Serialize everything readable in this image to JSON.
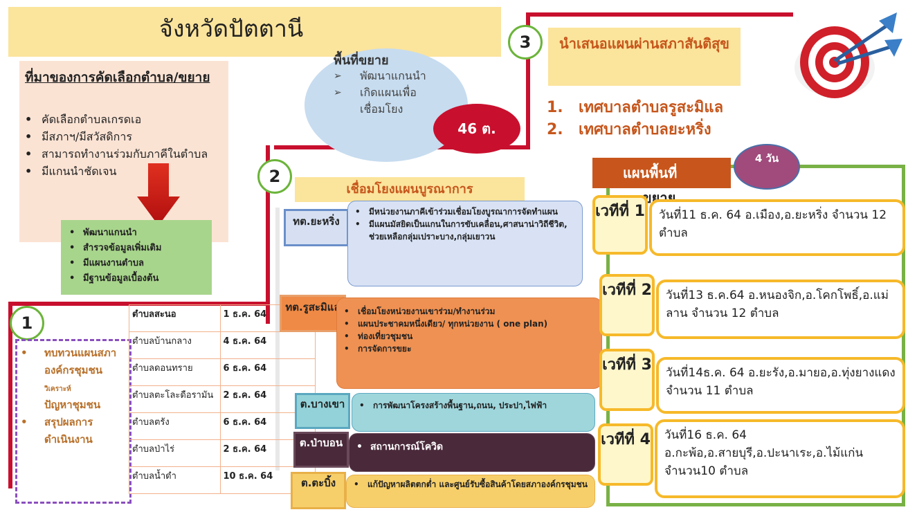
{
  "title": "จังหวัดปัตตานี",
  "source": {
    "heading": "ที่มาของการคัดเลือกตำบล/ขยาย",
    "items": [
      "คัดเลือกตำบลเกรดเอ",
      "มีสภาฯ/มีสวัสดิการ",
      "สามารถทำงานร่วมกับภาคีในตำบล",
      "มีแกนนำชัดเจน"
    ]
  },
  "green_box": {
    "items": [
      "พัฒนาแกนนำ",
      "สำรวจข้อมูลเพิ่มเติม",
      "มีแผนงานตำบล",
      "มีฐานข้อมูลเบื้องต้น"
    ]
  },
  "steps": {
    "one": "1",
    "two": "2",
    "three": "3"
  },
  "review": {
    "item1": "ทบทวนแผนสภาองค์กรชุมชน",
    "item1_small": "วิเคราะห์",
    "item1_tail": "ปัญหาชุมชน",
    "item2": "สรุปผลการดำเนินงาน"
  },
  "schedule": {
    "rows": [
      {
        "name": "ตำบลสะนอ",
        "date": "1 ธ.ค. 64"
      },
      {
        "name": "ตำบลบ้านกลาง",
        "date": "4 ธ.ค. 64"
      },
      {
        "name": "ตำบลดอนทราย",
        "date": "6 ธ.ค. 64"
      },
      {
        "name": "ตำบลตะโละดือรามัน",
        "date": "2 ธ.ค. 64"
      },
      {
        "name": "ตำบลตรัง",
        "date": "6 ธ.ค. 64"
      },
      {
        "name": "ตำบลป่าไร่",
        "date": "2 ธ.ค. 64"
      },
      {
        "name": "ตำบลน้ำดำ",
        "date": "10 ธ.ค. 64"
      }
    ]
  },
  "expand_area": {
    "heading": "พื้นที่ขยาย",
    "items": [
      "พัฒนาแกนนำ",
      "เกิดแผนเพื่อเชื่อมโยง"
    ],
    "count": "46 ต."
  },
  "present": {
    "heading": "นำเสนอแผนผ่านสภาสันติสุข",
    "items": [
      {
        "num": "1.",
        "text": "เทศบาลตำบลรูสะมิแล"
      },
      {
        "num": "2.",
        "text": "เทศบาลตำบลยะหริ่ง"
      }
    ]
  },
  "link": {
    "heading": "เชื่อมโยงแผนบูรณาการ",
    "groups": [
      {
        "label": "ทต.ยะหริ่ง",
        "items": [
          "มีหน่วยงานภาคีเข้าร่วมเชื่อมโยงบูรณาการจัดทำแผน",
          "มีแผนมัสยิดเป็นแกนในการขับเคลื่อน,ศาสนาน่าวิถีชีวิต, ช่วยเหลือกลุ่มเปราะบาง,กลุ่มเยาวน"
        ]
      },
      {
        "label": "ทต.รูสะมิแล",
        "items": [
          "เชื่อมโยงหน่วยงานเขาร่วม/ทำงานร่วม",
          "แผนประชาคมหนึ่งเดียว/ ทุกหน่วยงาน ( one plan)",
          "ท่องเที่ยวชุมชน",
          "การจัดการขยะ"
        ]
      },
      {
        "label": "ต.บางเขา",
        "items": [
          "การพัฒนาโครงสร้างพื้นฐาน,ถนน, ประปา,ไฟฟ้า"
        ]
      },
      {
        "label": "ต.ป่าบอน",
        "items": [
          "สถานการณ์โควิด"
        ]
      },
      {
        "label": "ต.ตะบิ้ง",
        "items": [
          "แก้ปัญหาผลิตตกต่ำ และศูนย์รับซื้อสินค้าโดยสภาองค์กรชุมชน"
        ]
      }
    ]
  },
  "area_plan": {
    "heading_1": "แผนพื้นที่",
    "heading_2": "ขยาย",
    "days": "4 วัน",
    "stages": [
      {
        "label": "เวทีที่ 1",
        "info": "วันที่11 ธ.ค. 64 อ.เมือง,อ.ยะหริ่ง จำนวน 12 ตำบล"
      },
      {
        "label": "เวทีที่ 2",
        "info": "วันที่13 ธ.ค.64 อ.หนองจิก,อ.โคกโพธิ์,อ.แม่ลาน จำนวน 12 ตำบล"
      },
      {
        "label": "เวทีที่ 3",
        "info": "วันที่14ธ.ค. 64 อ.ยะรัง,อ.มายอ,อ.ทุ่งยางแดง จำนวน 11 ตำบล"
      },
      {
        "label": "เวทีที่ 4",
        "info": "วันที่16 ธ.ค. 64 อ.กะพ้อ,อ.สายบุรี,อ.ปะนาเระ,อ.ไม้แก่น จำนวน10 ตำบล"
      }
    ]
  },
  "colors": {
    "red_line": "#c8102e",
    "accent_orange": "#c6561c",
    "yellow": "#fbe49c",
    "green_border": "#79b146",
    "purple_dash": "#8a4fbe"
  }
}
